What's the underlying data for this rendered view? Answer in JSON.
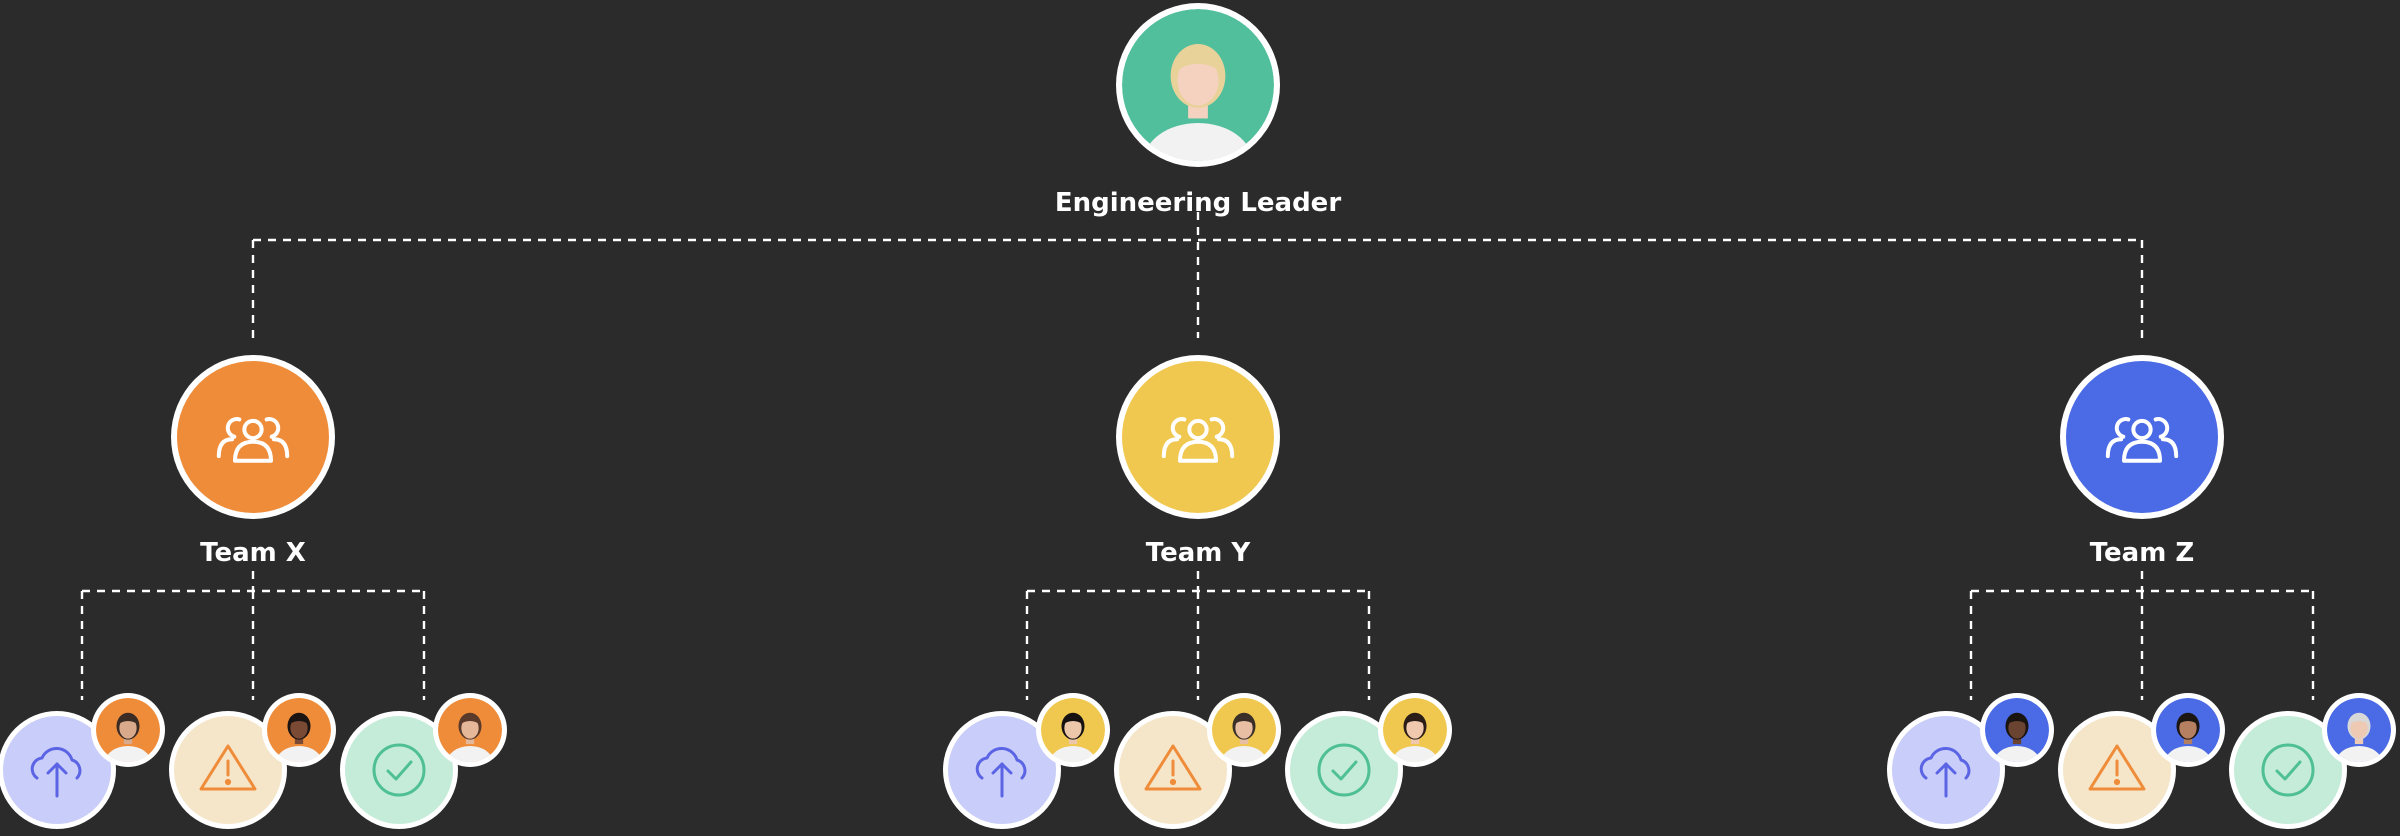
{
  "leader": {
    "title": "Engineering Leader",
    "avatar_bg": "#52bf9c",
    "hair": "#e8d29a",
    "skin": "#f4d2bf"
  },
  "teams": [
    {
      "name": "Team X",
      "color": "#ef8c3a",
      "icon": "users-icon",
      "members": [
        {
          "status": "upload",
          "icon": "cloud-upload-icon",
          "badge_bg": "#c9cdf9",
          "glyph": "#5b64e4",
          "avatar_bg": "#ef8c3a",
          "hair": "#3a2c25",
          "skin": "#d9a98c"
        },
        {
          "status": "warning",
          "icon": "warning-icon",
          "badge_bg": "#f6e6c9",
          "glyph": "#ef8c3a",
          "avatar_bg": "#ef8c3a",
          "hair": "#1c1412",
          "skin": "#7a4a34"
        },
        {
          "status": "done",
          "icon": "check-circle-icon",
          "badge_bg": "#c5ecd9",
          "glyph": "#4fbf94",
          "avatar_bg": "#ef8c3a",
          "hair": "#5a3a2a",
          "skin": "#e6b89a"
        }
      ]
    },
    {
      "name": "Team Y",
      "color": "#f0c84f",
      "icon": "users-icon",
      "members": [
        {
          "status": "upload",
          "icon": "cloud-upload-icon",
          "badge_bg": "#c9cdf9",
          "glyph": "#5b64e4",
          "avatar_bg": "#f0c84f",
          "hair": "#161111",
          "skin": "#ecc7aa"
        },
        {
          "status": "warning",
          "icon": "warning-icon",
          "badge_bg": "#f6e6c9",
          "glyph": "#ef8c3a",
          "avatar_bg": "#f0c84f",
          "hair": "#3b3029",
          "skin": "#e8bfa3"
        },
        {
          "status": "done",
          "icon": "check-circle-icon",
          "badge_bg": "#c5ecd9",
          "glyph": "#4fbf94",
          "avatar_bg": "#f0c84f",
          "hair": "#2b1d17",
          "skin": "#efc8ae"
        }
      ]
    },
    {
      "name": "Team Z",
      "color": "#4a6ae6",
      "icon": "users-icon",
      "members": [
        {
          "status": "upload",
          "icon": "cloud-upload-icon",
          "badge_bg": "#c9cdf9",
          "glyph": "#5b64e4",
          "avatar_bg": "#4a6ae6",
          "hair": "#1a1410",
          "skin": "#6b4331"
        },
        {
          "status": "warning",
          "icon": "warning-icon",
          "badge_bg": "#f6e6c9",
          "glyph": "#ef8c3a",
          "avatar_bg": "#4a6ae6",
          "hair": "#1c1612",
          "skin": "#b57f61"
        },
        {
          "status": "done",
          "icon": "check-circle-icon",
          "badge_bg": "#c5ecd9",
          "glyph": "#4fbf94",
          "avatar_bg": "#4a6ae6",
          "hair": "#d8d8d8",
          "skin": "#eec9b3"
        }
      ]
    }
  ]
}
